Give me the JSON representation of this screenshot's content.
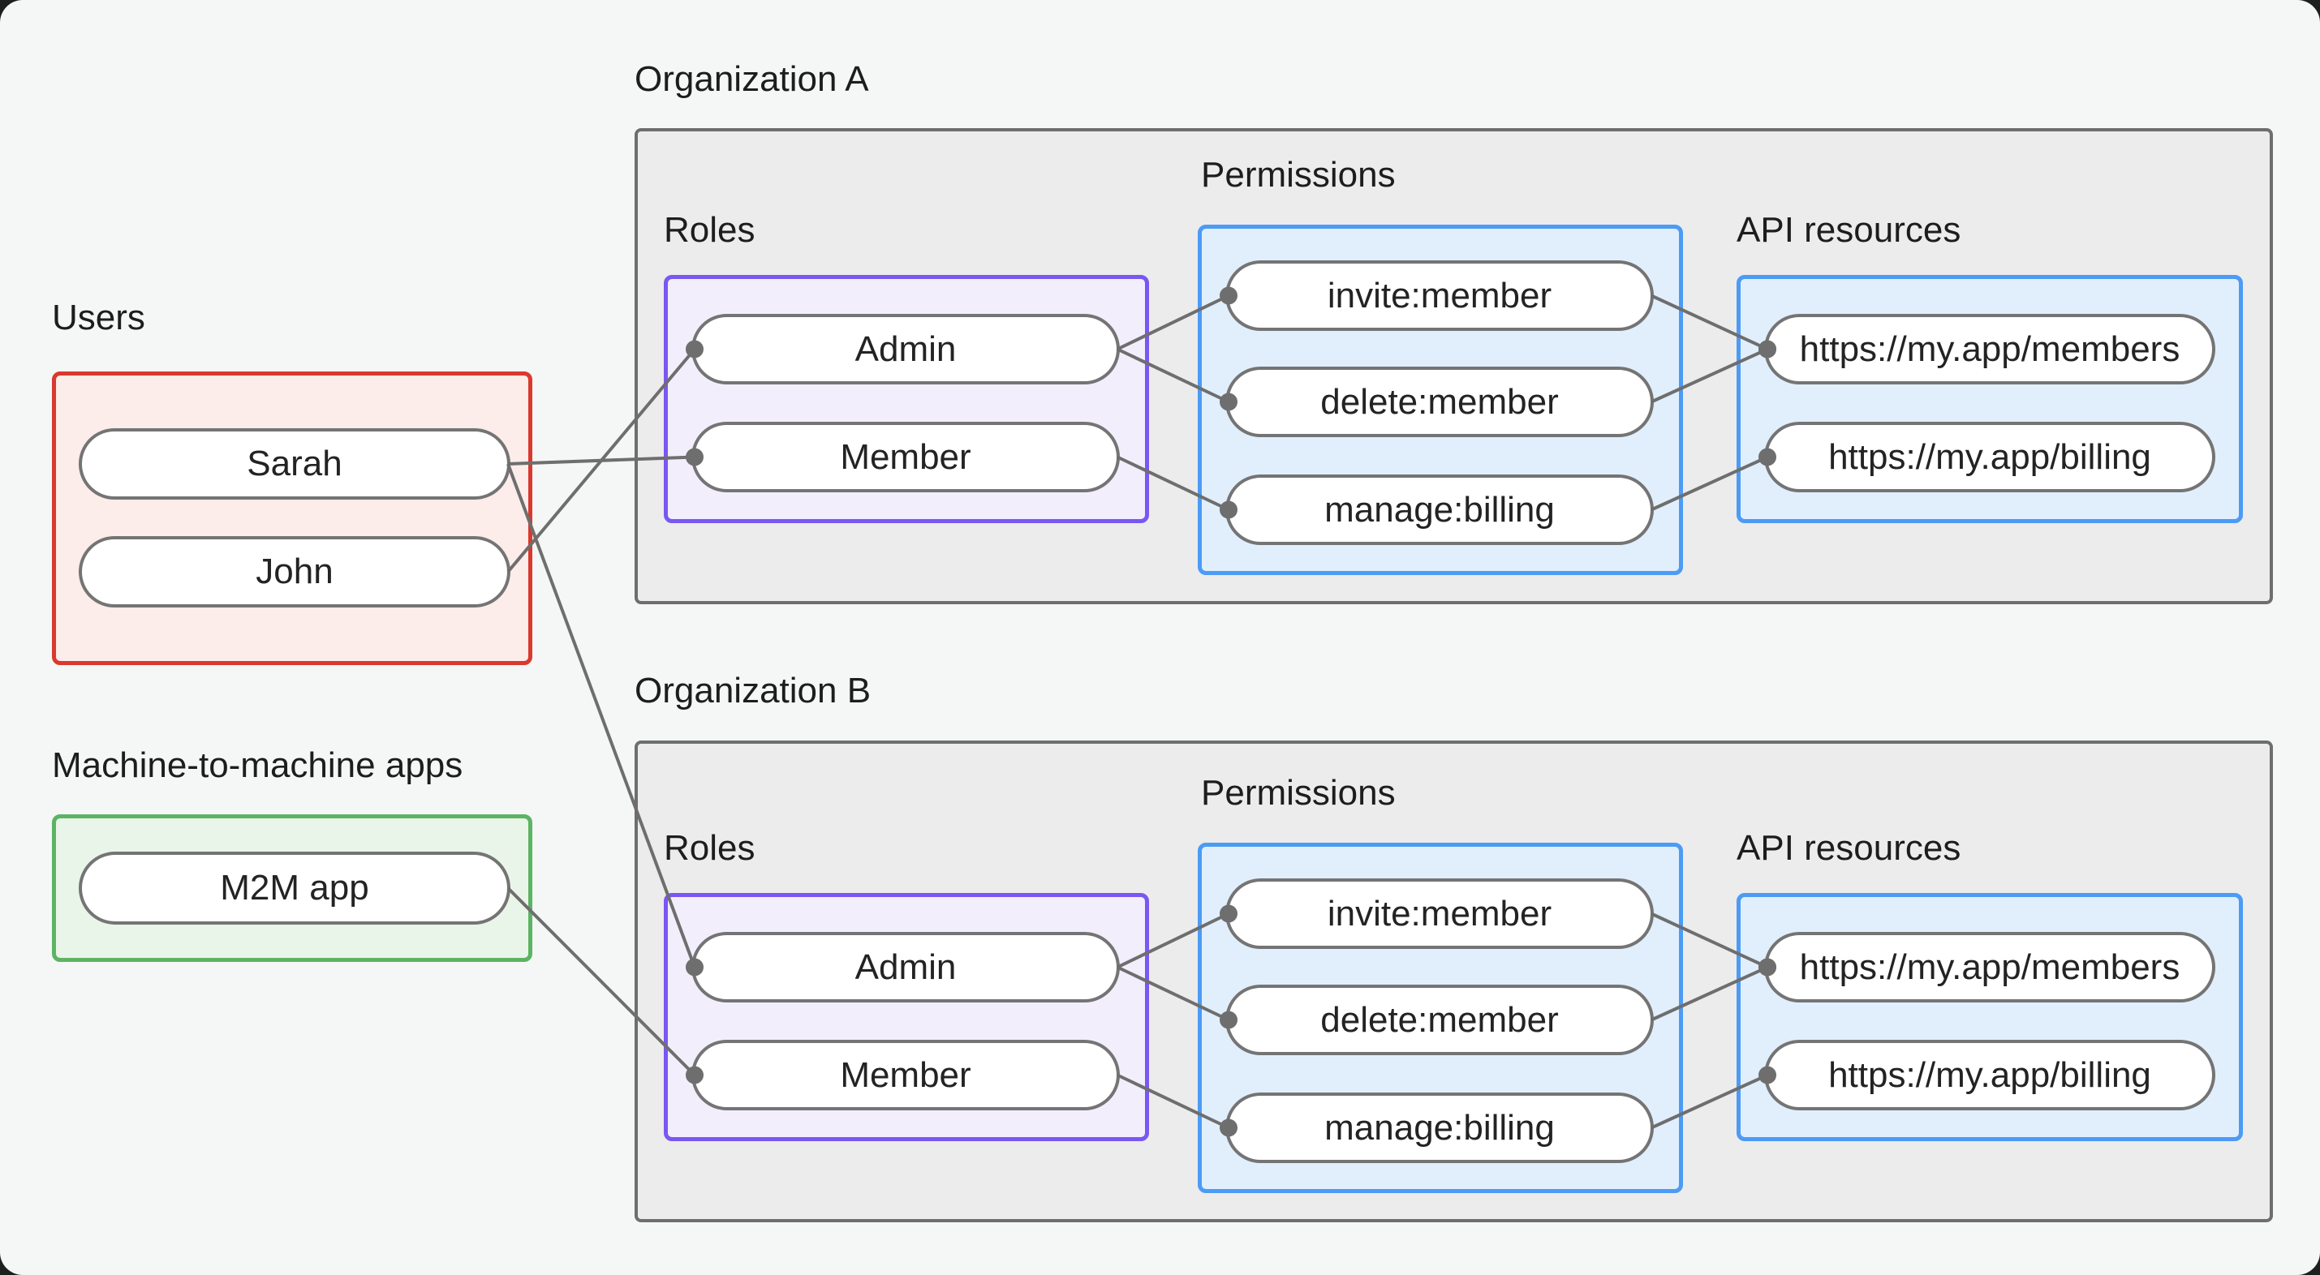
{
  "palette": {
    "stage_bg": "#f5f7f6",
    "line": "#6e6e6e",
    "pill_fill": "#ffffff",
    "pill_border": "#747474",
    "org_fill": "#ececec",
    "org_border": "#6e6e6e",
    "users_fill": "#fcecea",
    "users_border": "#da392e",
    "m2m_fill": "#eaf5ea",
    "m2m_border": "#5cb463",
    "roles_fill": "#f3eefc",
    "roles_border": "#7a57f2",
    "perm_fill": "#e1effc",
    "perm_border": "#4c9bf5"
  },
  "left_panel": {
    "users": {
      "label": "Users",
      "items": [
        {
          "id": "sarah",
          "label": "Sarah"
        },
        {
          "id": "john",
          "label": "John"
        }
      ]
    },
    "m2m": {
      "label": "Machine-to-machine apps",
      "items": [
        {
          "id": "m2m-app",
          "label": "M2M app"
        }
      ]
    }
  },
  "organizations": [
    {
      "id": "orgA",
      "label": "Organization A",
      "roles": {
        "label": "Roles",
        "items": [
          {
            "id": "orgA-admin",
            "label": "Admin"
          },
          {
            "id": "orgA-member",
            "label": "Member"
          }
        ]
      },
      "permissions": {
        "label": "Permissions",
        "items": [
          {
            "id": "orgA-invite",
            "label": "invite:member"
          },
          {
            "id": "orgA-delete",
            "label": "delete:member"
          },
          {
            "id": "orgA-manage",
            "label": "manage:billing"
          }
        ]
      },
      "api_resources": {
        "label": "API resources",
        "items": [
          {
            "id": "orgA-members",
            "label": "https://my.app/members"
          },
          {
            "id": "orgA-billing",
            "label": "https://my.app/billing"
          }
        ]
      }
    },
    {
      "id": "orgB",
      "label": "Organization B",
      "roles": {
        "label": "Roles",
        "items": [
          {
            "id": "orgB-admin",
            "label": "Admin"
          },
          {
            "id": "orgB-member",
            "label": "Member"
          }
        ]
      },
      "permissions": {
        "label": "Permissions",
        "items": [
          {
            "id": "orgB-invite",
            "label": "invite:member"
          },
          {
            "id": "orgB-delete",
            "label": "delete:member"
          },
          {
            "id": "orgB-manage",
            "label": "manage:billing"
          }
        ]
      },
      "api_resources": {
        "label": "API resources",
        "items": [
          {
            "id": "orgB-members",
            "label": "https://my.app/members"
          },
          {
            "id": "orgB-billing",
            "label": "https://my.app/billing"
          }
        ]
      }
    }
  ],
  "connections": [
    {
      "from": "john",
      "to": "orgA-admin"
    },
    {
      "from": "sarah",
      "to": "orgA-member"
    },
    {
      "from": "sarah",
      "to": "orgB-admin"
    },
    {
      "from": "m2m-app",
      "to": "orgB-member"
    },
    {
      "from": "orgA-admin",
      "to": "orgA-invite"
    },
    {
      "from": "orgA-admin",
      "to": "orgA-delete"
    },
    {
      "from": "orgA-member",
      "to": "orgA-manage"
    },
    {
      "from": "orgA-invite",
      "to": "orgA-members"
    },
    {
      "from": "orgA-delete",
      "to": "orgA-members"
    },
    {
      "from": "orgA-manage",
      "to": "orgA-billing"
    },
    {
      "from": "orgB-admin",
      "to": "orgB-invite"
    },
    {
      "from": "orgB-admin",
      "to": "orgB-delete"
    },
    {
      "from": "orgB-member",
      "to": "orgB-manage"
    },
    {
      "from": "orgB-invite",
      "to": "orgB-members"
    },
    {
      "from": "orgB-delete",
      "to": "orgB-members"
    },
    {
      "from": "orgB-manage",
      "to": "orgB-billing"
    }
  ]
}
